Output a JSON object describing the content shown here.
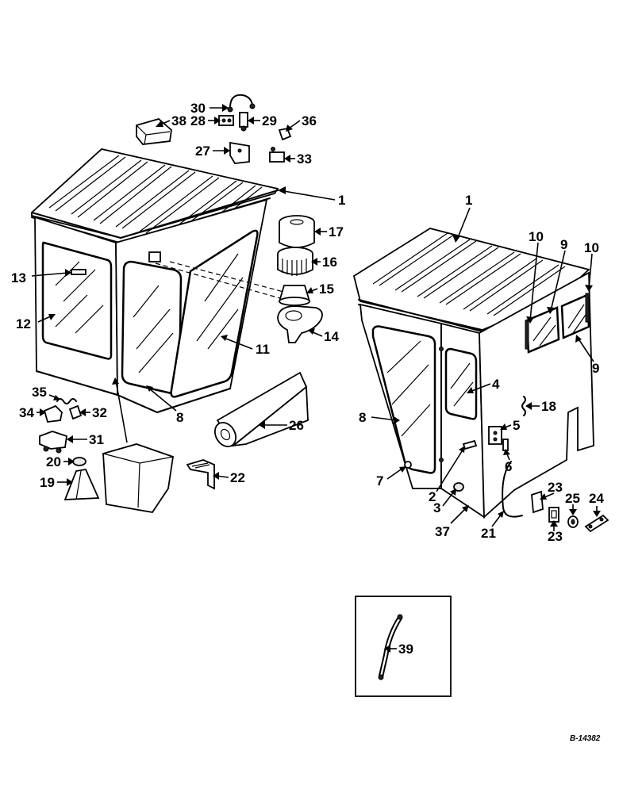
{
  "drawing_ref": "B-14382",
  "callouts": [
    {
      "id": "c1a",
      "label": "1"
    },
    {
      "id": "c1b",
      "label": "1"
    },
    {
      "id": "c2",
      "label": "2"
    },
    {
      "id": "c3",
      "label": "3"
    },
    {
      "id": "c4",
      "label": "4"
    },
    {
      "id": "c5",
      "label": "5"
    },
    {
      "id": "c6",
      "label": "6"
    },
    {
      "id": "c7",
      "label": "7"
    },
    {
      "id": "c8a",
      "label": "8"
    },
    {
      "id": "c8b",
      "label": "8"
    },
    {
      "id": "c9a",
      "label": "9"
    },
    {
      "id": "c9b",
      "label": "9"
    },
    {
      "id": "c10a",
      "label": "10"
    },
    {
      "id": "c10b",
      "label": "10"
    },
    {
      "id": "c11",
      "label": "11"
    },
    {
      "id": "c12",
      "label": "12"
    },
    {
      "id": "c13",
      "label": "13"
    },
    {
      "id": "c14",
      "label": "14"
    },
    {
      "id": "c15",
      "label": "15"
    },
    {
      "id": "c16",
      "label": "16"
    },
    {
      "id": "c17",
      "label": "17"
    },
    {
      "id": "c18",
      "label": "18"
    },
    {
      "id": "c19",
      "label": "19"
    },
    {
      "id": "c20",
      "label": "20"
    },
    {
      "id": "c21",
      "label": "21"
    },
    {
      "id": "c22",
      "label": "22"
    },
    {
      "id": "c23a",
      "label": "23"
    },
    {
      "id": "c23b",
      "label": "23"
    },
    {
      "id": "c24",
      "label": "24"
    },
    {
      "id": "c25",
      "label": "25"
    },
    {
      "id": "c26",
      "label": "26"
    },
    {
      "id": "c27",
      "label": "27"
    },
    {
      "id": "c28",
      "label": "28"
    },
    {
      "id": "c29",
      "label": "29"
    },
    {
      "id": "c30",
      "label": "30"
    },
    {
      "id": "c31",
      "label": "31"
    },
    {
      "id": "c32",
      "label": "32"
    },
    {
      "id": "c33",
      "label": "33"
    },
    {
      "id": "c34",
      "label": "34"
    },
    {
      "id": "c35",
      "label": "35"
    },
    {
      "id": "c36",
      "label": "36"
    },
    {
      "id": "c37",
      "label": "37"
    },
    {
      "id": "c38",
      "label": "38"
    },
    {
      "id": "c39",
      "label": "39"
    }
  ]
}
